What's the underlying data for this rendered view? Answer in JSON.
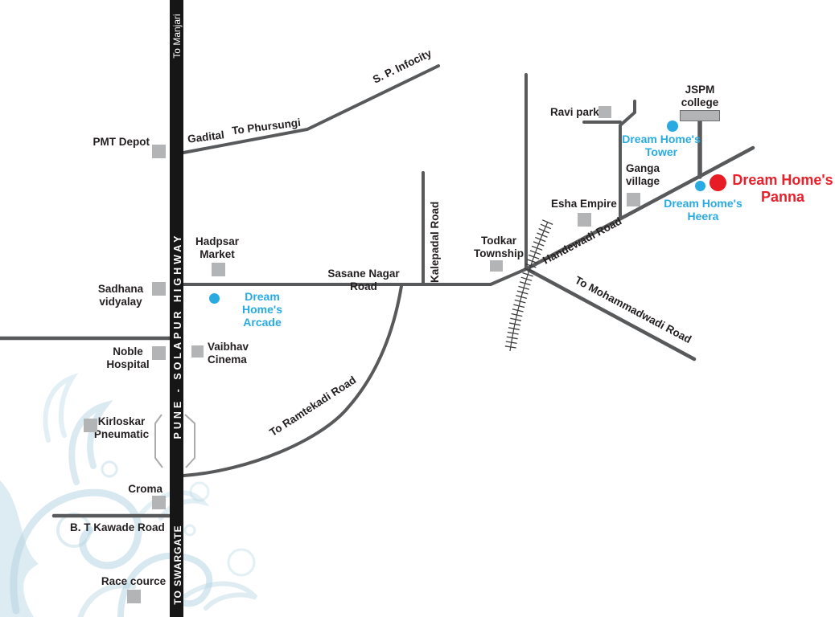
{
  "highway": {
    "top_label": "To Manjari",
    "mid_label": "PUNE - SOLAPUR HIGHWAY",
    "bottom_label": "TO SWARGATE"
  },
  "road_labels": {
    "gadital": "Gadital",
    "phursungi": "To Phursungi",
    "sp_infocity": "S. P. Infocity",
    "sasane_nagar": "Sasane Nagar Road",
    "kalepadal": "Kalepadal Road",
    "ramtekadi": "To Ramtekadi Road",
    "bt_kawade": "B. T Kawade Road",
    "handewadi": "Handewadi Road",
    "mohammadwadi": "To Mohammadwadi Road"
  },
  "landmarks": {
    "pmt_depot": "PMT Depot",
    "hadpsar_market": "Hadpsar\nMarket",
    "sadhana_vidyalay": "Sadhana\nvidyalay",
    "noble_hospital": "Noble\nHospital",
    "vaibhav_cinema": "Vaibhav\nCinema",
    "kirloskar_pneumatic": "Kirloskar\nPneumatic",
    "croma": "Croma",
    "race_course": "Race cource",
    "todkar_township": "Todkar\nTownship",
    "esha_empire": "Esha Empire",
    "ravi_park": "Ravi park",
    "jspm_college": "JSPM\ncollege",
    "ganga_village": "Ganga\nvillage"
  },
  "projects": {
    "arcade": "Dream Home's\nArcade",
    "tower": "Dream Home's\nTower",
    "heera": "Dream Home's\nHeera",
    "panna": "Dream Home's\nPanna"
  },
  "colors": {
    "road": "#58595b",
    "highway_band": "#161616",
    "landmark_square": "#b2b4b6",
    "project_blue": "#29abe2",
    "project_red": "#e81c24",
    "text": "#231f20",
    "ornament_blue": "#b7d6e4"
  }
}
